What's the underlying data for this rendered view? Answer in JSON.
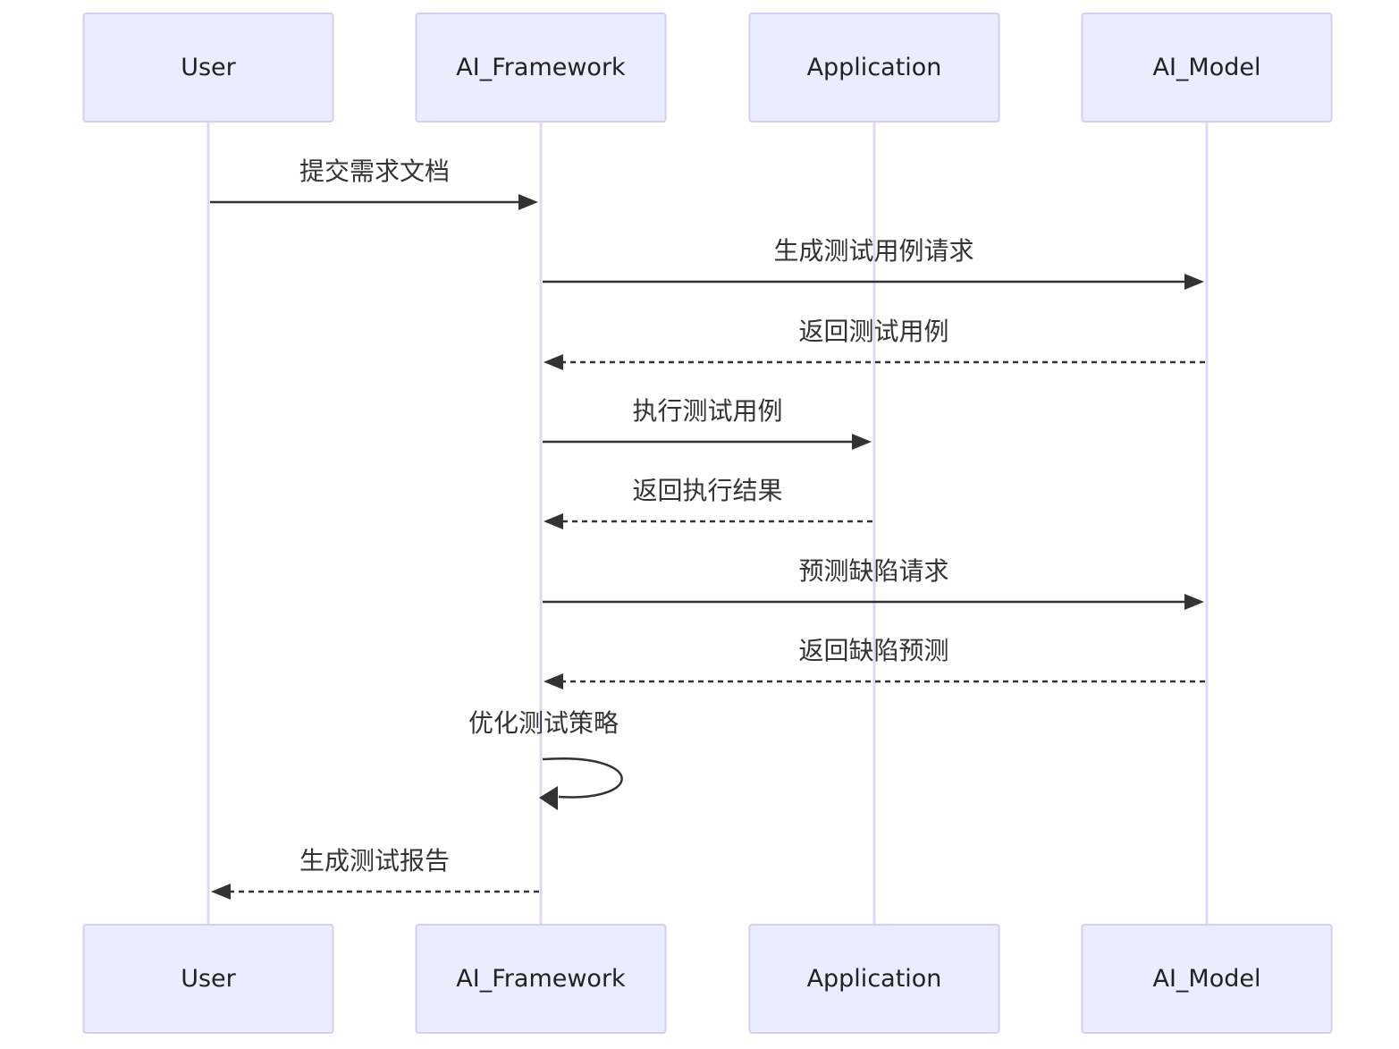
{
  "diagram": {
    "type": "sequence",
    "participants": [
      {
        "id": "User",
        "label": "User"
      },
      {
        "id": "AI_Framework",
        "label": "AI_Framework"
      },
      {
        "id": "Application",
        "label": "Application"
      },
      {
        "id": "AI_Model",
        "label": "AI_Model"
      }
    ],
    "messages": [
      {
        "from": "User",
        "to": "AI_Framework",
        "label": "提交需求文档",
        "style": "solid"
      },
      {
        "from": "AI_Framework",
        "to": "AI_Model",
        "label": "生成测试用例请求",
        "style": "solid"
      },
      {
        "from": "AI_Model",
        "to": "AI_Framework",
        "label": "返回测试用例",
        "style": "dashed"
      },
      {
        "from": "AI_Framework",
        "to": "Application",
        "label": "执行测试用例",
        "style": "solid"
      },
      {
        "from": "Application",
        "to": "AI_Framework",
        "label": "返回执行结果",
        "style": "dashed"
      },
      {
        "from": "AI_Framework",
        "to": "AI_Model",
        "label": "预测缺陷请求",
        "style": "solid"
      },
      {
        "from": "AI_Model",
        "to": "AI_Framework",
        "label": "返回缺陷预测",
        "style": "dashed"
      },
      {
        "from": "AI_Framework",
        "to": "AI_Framework",
        "label": "优化测试策略",
        "style": "solid"
      },
      {
        "from": "AI_Framework",
        "to": "User",
        "label": "生成测试报告",
        "style": "dashed"
      }
    ]
  },
  "colors": {
    "actor_fill": "#ececff",
    "actor_stroke": "#d3cff2",
    "lifeline": "#e1d7f3",
    "message": "#333333"
  }
}
